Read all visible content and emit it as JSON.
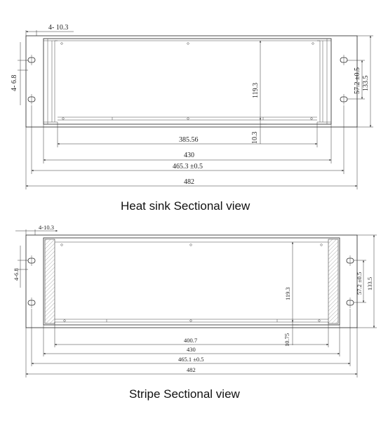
{
  "heat_sink": {
    "caption": "Heat sink Sectional view",
    "dims": {
      "hole_dim": "4- 10.3",
      "hole_dia": "4- 6.8",
      "height_inner": "119.3",
      "height_mount": "57.2 ±0.5",
      "height_total": "133.5",
      "width_inner": "385.56",
      "base": "10.3",
      "width_430": "430",
      "width_465": "465.3 ±0.5",
      "width_total": "482"
    }
  },
  "stripe": {
    "caption": "Stripe Sectional view",
    "dims": {
      "hole_dim": "4-10.3",
      "hole_dia": "4-6.8",
      "height_inner": "119.3",
      "height_mount": "57.2 ±0.5",
      "height_total": "133.5",
      "width_inner": "400.7",
      "base": "10.75",
      "width_430": "430",
      "width_465": "465.1 ±0.5",
      "width_total": "482"
    }
  }
}
